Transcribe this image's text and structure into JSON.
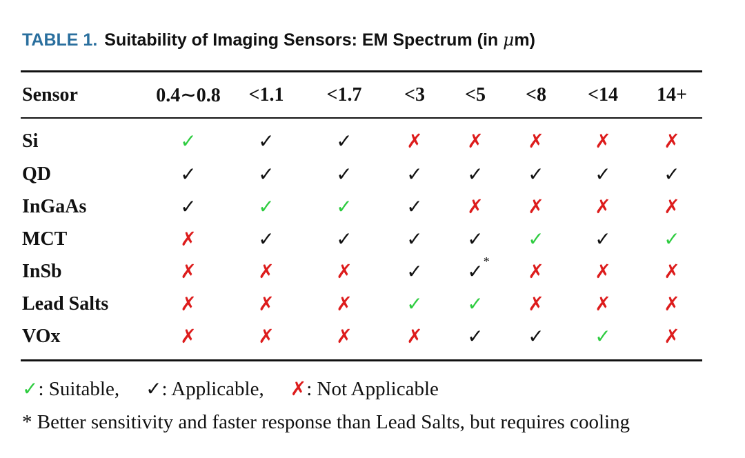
{
  "caption": {
    "label": "TABLE 1.",
    "text": "Suitability of Imaging Sensors: EM Spectrum (in ",
    "unit_mu": "μ",
    "text_end": "m)"
  },
  "symbols": {
    "suitable": "✓",
    "applicable": "✓",
    "not_applicable": "✗"
  },
  "colors": {
    "caption_label": "#2a6f9e",
    "suitable": "#2ecc40",
    "applicable": "#111111",
    "not_applicable": "#dd1c1c"
  },
  "table": {
    "header": [
      "Sensor",
      "0.4∼0.8",
      "<1.1",
      "<1.7",
      "<3",
      "<5",
      "<8",
      "<14",
      "14+"
    ],
    "rows": [
      {
        "sensor": "Si",
        "cells": [
          {
            "status": "suitable"
          },
          {
            "status": "applicable"
          },
          {
            "status": "applicable"
          },
          {
            "status": "not_applicable"
          },
          {
            "status": "not_applicable"
          },
          {
            "status": "not_applicable"
          },
          {
            "status": "not_applicable"
          },
          {
            "status": "not_applicable"
          }
        ]
      },
      {
        "sensor": "QD",
        "cells": [
          {
            "status": "applicable"
          },
          {
            "status": "applicable"
          },
          {
            "status": "applicable"
          },
          {
            "status": "applicable"
          },
          {
            "status": "applicable"
          },
          {
            "status": "applicable"
          },
          {
            "status": "applicable"
          },
          {
            "status": "applicable"
          }
        ]
      },
      {
        "sensor": "InGaAs",
        "cells": [
          {
            "status": "applicable"
          },
          {
            "status": "suitable"
          },
          {
            "status": "suitable"
          },
          {
            "status": "applicable"
          },
          {
            "status": "not_applicable"
          },
          {
            "status": "not_applicable"
          },
          {
            "status": "not_applicable"
          },
          {
            "status": "not_applicable"
          }
        ]
      },
      {
        "sensor": "MCT",
        "cells": [
          {
            "status": "not_applicable"
          },
          {
            "status": "applicable"
          },
          {
            "status": "applicable"
          },
          {
            "status": "applicable"
          },
          {
            "status": "applicable"
          },
          {
            "status": "suitable"
          },
          {
            "status": "applicable"
          },
          {
            "status": "suitable"
          }
        ]
      },
      {
        "sensor": "InSb",
        "cells": [
          {
            "status": "not_applicable"
          },
          {
            "status": "not_applicable"
          },
          {
            "status": "not_applicable"
          },
          {
            "status": "applicable"
          },
          {
            "status": "applicable",
            "note": "*"
          },
          {
            "status": "not_applicable"
          },
          {
            "status": "not_applicable"
          },
          {
            "status": "not_applicable"
          }
        ]
      },
      {
        "sensor": "Lead Salts",
        "cells": [
          {
            "status": "not_applicable"
          },
          {
            "status": "not_applicable"
          },
          {
            "status": "not_applicable"
          },
          {
            "status": "suitable"
          },
          {
            "status": "suitable"
          },
          {
            "status": "not_applicable"
          },
          {
            "status": "not_applicable"
          },
          {
            "status": "not_applicable"
          }
        ]
      },
      {
        "sensor": "VOx",
        "cells": [
          {
            "status": "not_applicable"
          },
          {
            "status": "not_applicable"
          },
          {
            "status": "not_applicable"
          },
          {
            "status": "not_applicable"
          },
          {
            "status": "applicable"
          },
          {
            "status": "applicable"
          },
          {
            "status": "suitable"
          },
          {
            "status": "not_applicable"
          }
        ]
      }
    ]
  },
  "legend": [
    {
      "status": "suitable",
      "label": ": Suitable,"
    },
    {
      "status": "applicable",
      "label": ": Applicable,"
    },
    {
      "status": "not_applicable",
      "label": ": Not Applicable"
    }
  ],
  "footnote": "* Better sensitivity and faster response than Lead Salts, but requires cooling"
}
